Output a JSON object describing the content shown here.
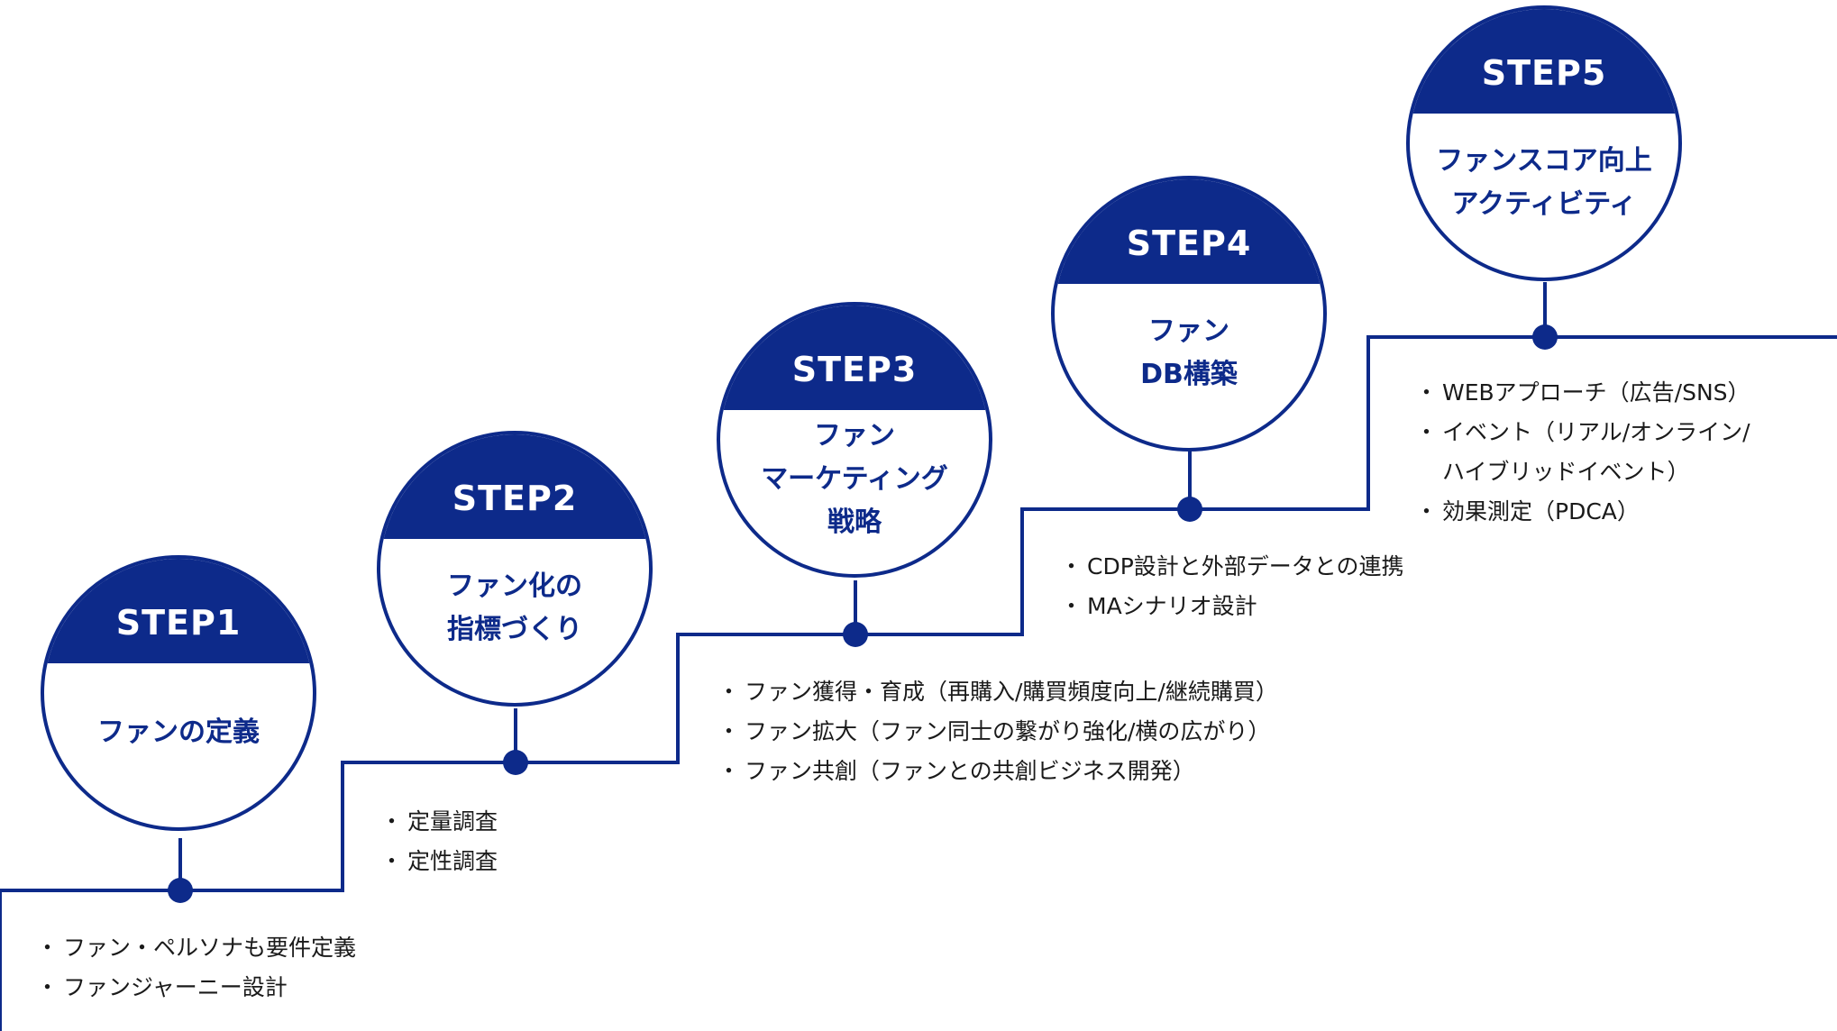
{
  "colors": {
    "accent": "#0d2a8a"
  },
  "steps": [
    {
      "label": "STEP1",
      "title_lines": [
        "ファンの定義"
      ],
      "bullets": [
        "ファン・ペルソナも要件定義",
        "ファンジャーニー設計"
      ]
    },
    {
      "label": "STEP2",
      "title_lines": [
        "ファン化の",
        "指標づくり"
      ],
      "bullets": [
        "定量調査",
        "定性調査"
      ]
    },
    {
      "label": "STEP3",
      "title_lines": [
        "ファン",
        "マーケティング",
        "戦略"
      ],
      "bullets": [
        "ファン獲得・育成（再購入/購買頻度向上/継続購買）",
        "ファン拡大（ファン同士の繋がり強化/横の広がり）",
        "ファン共創（ファンとの共創ビジネス開発）"
      ]
    },
    {
      "label": "STEP4",
      "title_lines": [
        "ファン",
        "DB構築"
      ],
      "bullets": [
        "CDP設計と外部データとの連携",
        "MAシナリオ設計"
      ]
    },
    {
      "label": "STEP5",
      "title_lines": [
        "ファンスコア向上",
        "アクティビティ"
      ],
      "bullets": [
        "WEBアプローチ（広告/SNS）",
        "イベント（リアル/オンライン/",
        "ハイブリッドイベント）",
        "効果測定（PDCA）"
      ]
    }
  ]
}
